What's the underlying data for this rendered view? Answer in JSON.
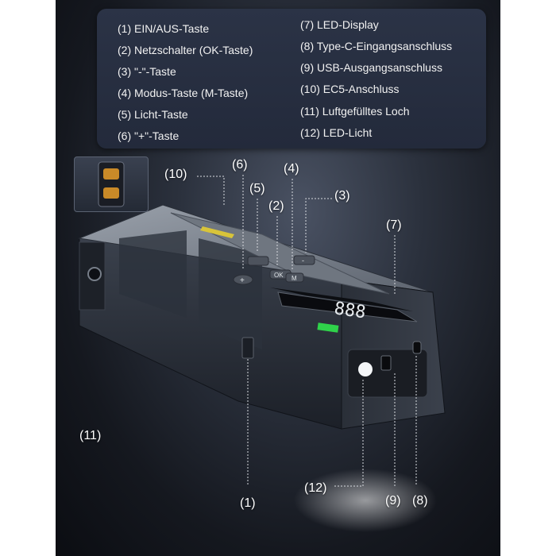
{
  "legend": {
    "left_column": [
      "(1) EIN/AUS-Taste",
      "(2) Netzschalter (OK-Taste)",
      "(3) \"-\"-Taste",
      "(4) Modus-Taste (M-Taste)",
      "(5) Licht-Taste",
      "(6) \"+\"-Taste"
    ],
    "right_column": [
      "(7) LED-Display",
      "(8) Type-C-Eingangsanschluss",
      "(9) USB-Ausgangsanschluss",
      "(10) EC5-Anschluss",
      "(11) Luftgefülltes Loch",
      "(12) LED-Licht"
    ]
  },
  "callouts": {
    "c1": "(1)",
    "c2": "(2)",
    "c3": "(3)",
    "c4": "(4)",
    "c5": "(5)",
    "c6": "(6)",
    "c7": "(7)",
    "c8": "(8)",
    "c9": "(9)",
    "c10": "(10)",
    "c11": "(11)",
    "c12": "(12)"
  },
  "device": {
    "display_digits": "888",
    "button_labels": {
      "ok": "OK",
      "mode": "M",
      "plus": "+",
      "minus": "-"
    }
  },
  "colors": {
    "background_dark": "#15181f",
    "legend_panel": "#262d3f",
    "device_body": "#8a919c",
    "accent_green": "#2fd24a",
    "accent_yellow": "#d8c43a"
  }
}
